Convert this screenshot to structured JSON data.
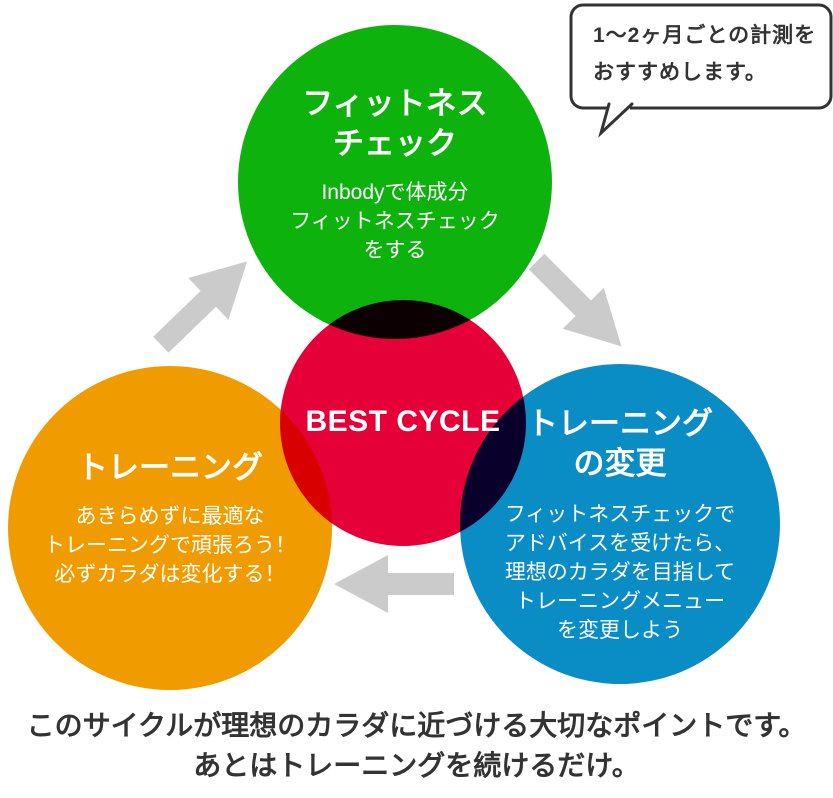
{
  "colors": {
    "green": "#0db30c",
    "orange": "#f09c00",
    "blue": "#0a8dc4",
    "red": "#e60038",
    "arrow_gray": "#cbcbcb",
    "dark_text": "#333333",
    "white": "#ffffff"
  },
  "bubble": {
    "lines": [
      "1〜2ヶ月ごとの計測を",
      "おすすめします。"
    ]
  },
  "center_label": "BEST CYCLE",
  "circles": {
    "fitness_check": {
      "title_lines": [
        "フィットネス",
        "チェック"
      ],
      "body_lines": [
        "Inbodyで体成分",
        "フィットネスチェック",
        "をする"
      ]
    },
    "training": {
      "title_lines": [
        "トレーニング"
      ],
      "body_lines": [
        "あきらめずに最適な",
        "トレーニングで頑張ろう！",
        "必ずカラダは変化する！"
      ]
    },
    "training_change": {
      "title_lines": [
        "トレーニング",
        "の変更"
      ],
      "body_lines": [
        "フィットネスチェックで",
        "アドバイスを受けたら、",
        "理想のカラダを目指して",
        "トレーニングメニュー",
        "を変更しよう"
      ]
    }
  },
  "caption": {
    "lines": [
      "このサイクルが理想のカラダに近づける大切なポイントです。",
      "あとはトレーニングを続けるだけ。"
    ]
  }
}
